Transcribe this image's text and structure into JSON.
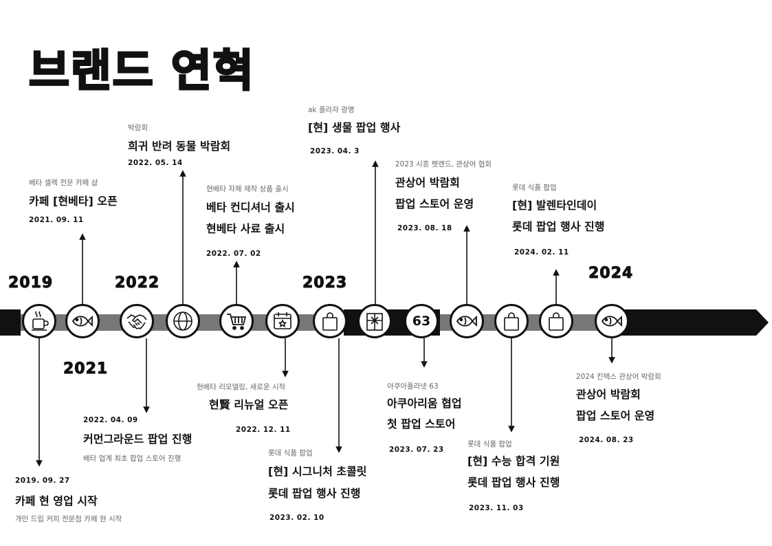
{
  "title": "브랜드 연혁",
  "years": {
    "y2019": "2019",
    "y2021": "2021",
    "y2022": "2022",
    "y2023": "2023",
    "y2024": "2024"
  },
  "node_number": "63",
  "events": {
    "e1": {
      "caption": "개인 드립 커피 전문점 카페 현 시작",
      "title": "카페 현 영업 시작",
      "date": "2019. 09. 27"
    },
    "e2": {
      "caption": "베타 셀렉 전문 카페 샵",
      "title": "카페 [현베타] 오픈",
      "date": "2021. 09. 11"
    },
    "e3": {
      "caption": "베타 업계 최초 팝업 스토어 진행",
      "title": "커먼그라운드 팝업 진행",
      "date": "2022. 04. 09"
    },
    "e4": {
      "caption": "박람회",
      "title": "희귀 반려 동물 박람회",
      "date": "2022. 05. 14"
    },
    "e5": {
      "caption": "현베타 자체 제작 상품 출시",
      "title1": "베타 컨디셔너 출시",
      "title2": "현베타 사료 출시",
      "date": "2022. 07. 02"
    },
    "e6": {
      "caption": "현베타 리모델링, 새로운 시작",
      "title": "현賢 리뉴얼 오픈",
      "date": "2022. 12. 11"
    },
    "e7": {
      "caption": "롯데 식품 팝업",
      "title1": "[현] 시그니처 초콜릿",
      "title2": "롯데 팝업 행사 진행",
      "date": "2023. 02. 10"
    },
    "e8": {
      "caption": "ak 플라자 광명",
      "title": "[현] 생물 팝업 행사",
      "date": "2023. 04. 3"
    },
    "e9": {
      "caption": "아쿠아플라넷 63",
      "title1": "아쿠아리움 협업",
      "title2": "첫 팝업 스토어",
      "date": "2023. 07. 23"
    },
    "e10": {
      "caption": "2023 시흥 펫랜드, 관상어 협회",
      "title1": "관상어 박람회",
      "title2": "팝업 스토어 운영",
      "date": "2023. 08. 18"
    },
    "e11": {
      "caption": "롯데 식품 팝업",
      "title1": "[현] 수능 합격 기원",
      "title2": "롯데 팝업 행사 진행",
      "date": "2023. 11. 03"
    },
    "e12": {
      "caption": "롯데 식품 팝업",
      "title1": "[현] 발렌타인데이",
      "title2": "롯데 팝업 행사 진행",
      "date": "2024. 02. 11"
    },
    "e13": {
      "caption": "2024 킨텍스 관상어 박람회",
      "title1": "관상어 박람회",
      "title2": "팝업 스토어 운영",
      "date": "2024. 08. 23"
    }
  }
}
